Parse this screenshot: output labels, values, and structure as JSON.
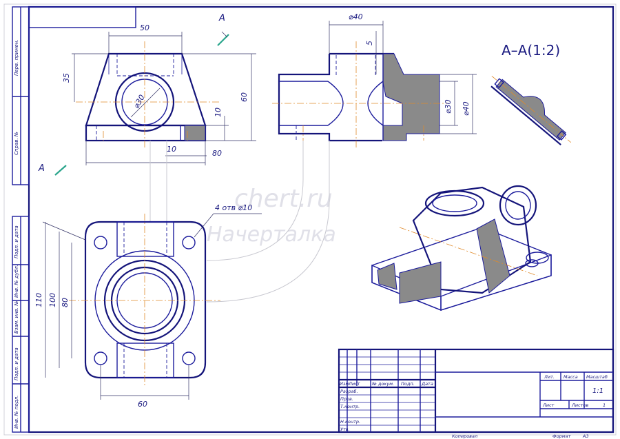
{
  "section_label": "A–A(1:2)",
  "cut_mark": "A",
  "dimensions": {
    "top_width": "50",
    "pipe_diameter_top": "⌀40",
    "flange_offset": "5",
    "height_35": "35",
    "bore_30": "⌀30",
    "height_60": "60",
    "height_10": "10",
    "bore_side_30": "⌀30",
    "outer_side_40": "⌀40",
    "ten_bottom": "10",
    "eighty": "80",
    "holes_note": "4 отв ⌀10",
    "h110": "110",
    "h100": "100",
    "h80": "80",
    "w60": "60"
  },
  "watermark": [
    "chert.ru",
    "Начерталка"
  ],
  "side_labels": [
    "Перв. примен.",
    "Справ. №",
    "Подп. и дата",
    "Инв. № дубл.",
    "Взам. инв. №",
    "Подп. и дата",
    "Инв. № подл."
  ],
  "title_block": {
    "header": [
      "Изм",
      "Лист",
      "№ докум.",
      "Подп.",
      "Дата"
    ],
    "rows": [
      "Разраб.",
      "Пров.",
      "Т.контр.",
      "",
      "Н.контр.",
      "Утв."
    ],
    "lit": "Лит.",
    "massa": "Масса",
    "masshtab": "Масштаб",
    "scale_value": "1:1",
    "list": "Лист",
    "listov": "Листов",
    "listov_value": "1",
    "copied": "Копировал",
    "format": "Формат",
    "format_value": "А3"
  }
}
